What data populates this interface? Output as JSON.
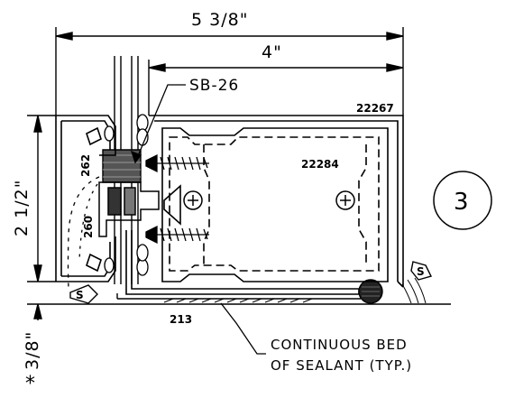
{
  "dimensions": {
    "overall_width": "5 3/8\"",
    "tube_width": "4\"",
    "height": "2 1/2\"",
    "shim": "3/8\"",
    "shim_marker": "*"
  },
  "callouts": {
    "setting_block": "SB-26",
    "sealant_line1": "CONTINUOUS BED",
    "sealant_line2": "OF SEALANT (TYP.)"
  },
  "parts": {
    "outer_frame": "22267",
    "inner_tube": "22284",
    "face_cap": "262",
    "glazing_adaptor": "260",
    "sill_flashing": "213"
  },
  "symbols": {
    "sealant_mark": "S",
    "detail_number": "3"
  }
}
